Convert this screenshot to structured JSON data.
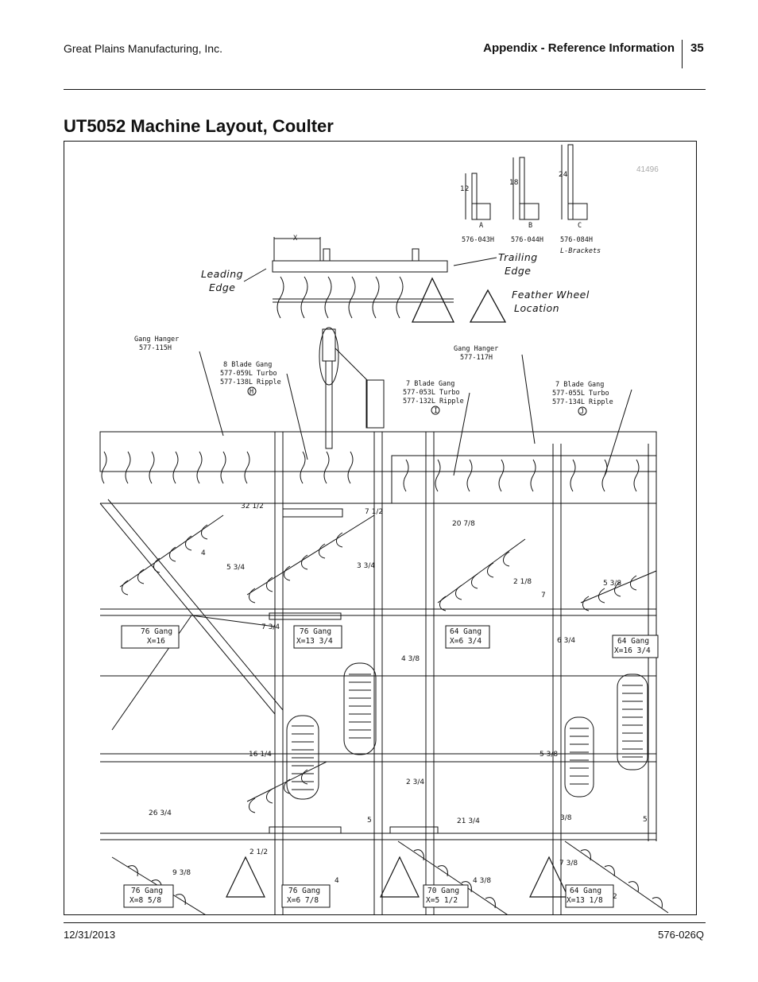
{
  "header": {
    "company": "Great Plains Manufacturing, Inc.",
    "section": "Appendix - Reference Information",
    "page_number": "35"
  },
  "title": "UT5052 Machine Layout, Coulter",
  "figure": {
    "figure_number": "41496",
    "brackets": {
      "heights": [
        "12",
        "18",
        "24"
      ],
      "letters": [
        "A",
        "B",
        "C"
      ],
      "parts": [
        "576-043H",
        "576-044H",
        "576-084H"
      ],
      "caption": "L-Brackets"
    },
    "leading_edge": [
      "Leading",
      "Edge"
    ],
    "trailing_edge": [
      "Trailing",
      "Edge"
    ],
    "feather_wheel": [
      "Feather  Wheel",
      "Location"
    ],
    "x_label": "X",
    "gang_hanger_left": [
      "Gang  Hanger",
      "577-115H"
    ],
    "gang_hanger_right": [
      "Gang  Hanger",
      "577-117H"
    ],
    "gang_8": [
      "8  Blade  Gang",
      "577-059L  Turbo",
      "577-138L  Ripple",
      "H"
    ],
    "gang_7a": [
      "7  Blade  Gang",
      "577-053L  Turbo",
      "577-132L  Ripple",
      "I"
    ],
    "gang_7b": [
      "7  Blade  Gang",
      "577-055L  Turbo",
      "577-134L  Ripple",
      "J"
    ],
    "gang_boxes": [
      [
        "76  Gang",
        "X=16"
      ],
      [
        "76  Gang",
        "X=13  3/4"
      ],
      [
        "64  Gang",
        "X=6  3/4"
      ],
      [
        "64  Gang",
        "X=16  3/4"
      ],
      [
        "76  Gang",
        "X=8  5/8"
      ],
      [
        "76  Gang",
        "X=6  7/8"
      ],
      [
        "70  Gang",
        "X=5  1/2"
      ],
      [
        "64  Gang",
        "X=13  1/8"
      ]
    ],
    "dimensions": [
      "32 1/2",
      "7 1/2",
      "20 7/8",
      "5 3/4",
      "3 3/4",
      "4",
      "2 1/8",
      "7",
      "5 3/8",
      "7 3/4",
      "4 3/8",
      "6 3/4",
      "16 1/4",
      "5 3/8",
      "2 3/4",
      "26 3/4",
      "5",
      "21 3/4",
      "3/8",
      "5",
      "2 1/2",
      "9 3/8",
      "4",
      "4 3/8",
      "7 3/8",
      "2"
    ]
  },
  "footer": {
    "date": "12/31/2013",
    "doc_number": "576-026Q"
  }
}
